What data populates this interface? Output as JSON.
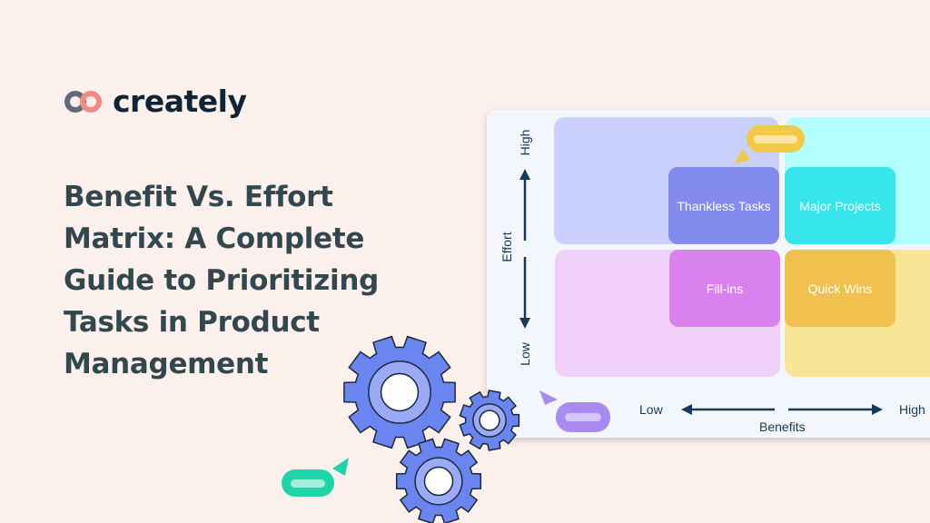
{
  "brand": {
    "name": "creately"
  },
  "title": {
    "lines": [
      "Benefit Vs. Effort",
      "Matrix: A Complete",
      "Guide to Prioritizing",
      "Tasks in Product",
      "Management"
    ]
  },
  "matrix": {
    "y_axis": {
      "label": "Effort",
      "high": "High",
      "low": "Low"
    },
    "x_axis": {
      "label": "Benefits",
      "low": "Low",
      "high": "High"
    },
    "quadrants": [
      {
        "label": "Thankless Tasks",
        "color": "#838bef"
      },
      {
        "label": "Major Projects",
        "color": "#36e6ea"
      },
      {
        "label": "Fill-ins",
        "color": "#d981ee"
      },
      {
        "label": "Quick Wins",
        "color": "#f0c14e"
      }
    ]
  },
  "colors": {
    "background": "#fcf0ec",
    "title": "#33474f",
    "gear": "#6b85f0",
    "axis": "#143a5c"
  }
}
